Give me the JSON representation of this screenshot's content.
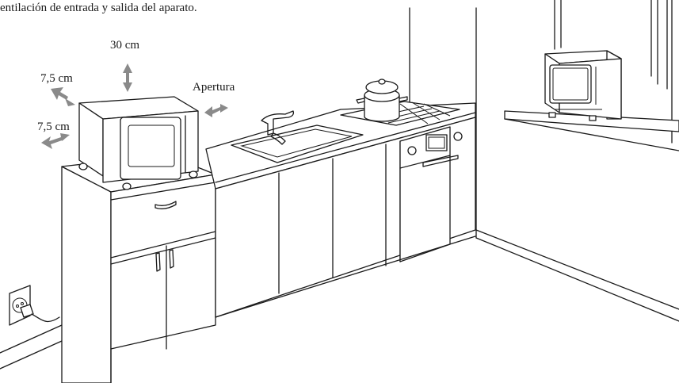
{
  "caption": "entilación de entrada y salida del aparato.",
  "labels": {
    "top_clearance": "30 cm",
    "side_clearance_upper": "7,5 cm",
    "side_clearance_lower": "7,5 cm",
    "opening": "Apertura"
  },
  "colors": {
    "line": "#1a1a1a",
    "arrow": "#8a8a8a",
    "background": "#ffffff"
  },
  "icons": {
    "clearance_arrows": "double-headed-arrow",
    "wall_outlet": "plug-icon"
  }
}
